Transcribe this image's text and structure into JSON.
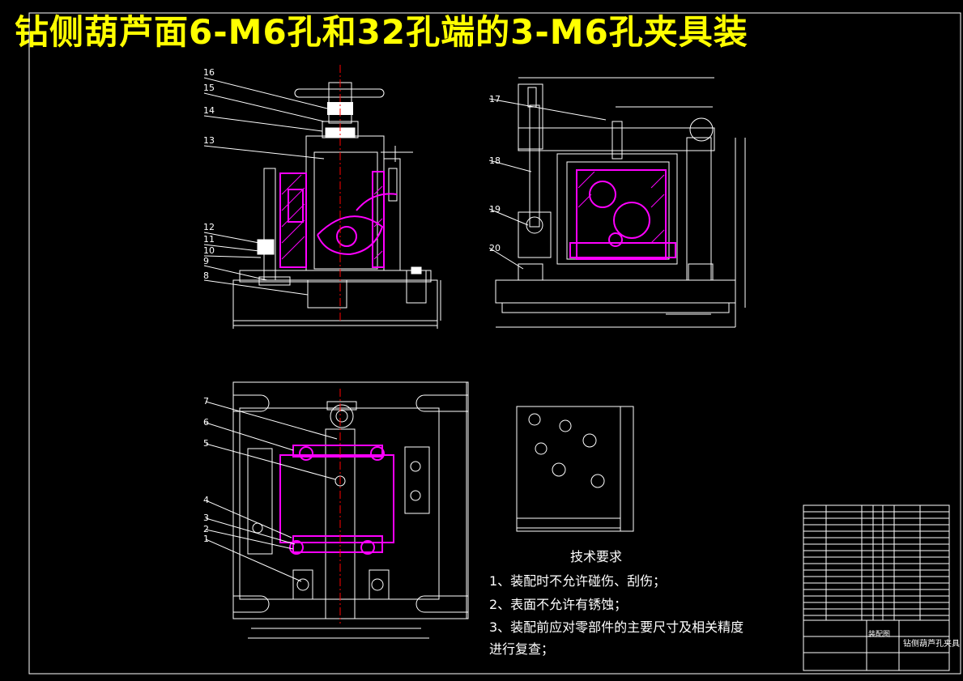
{
  "title": "钻侧葫芦面6-M6孔和32孔端的3-M6孔夹具装",
  "colors": {
    "background": "#000000",
    "outline": "#ffffff",
    "part_highlight": "#ff00ff",
    "centerline": "#ff0000",
    "title": "#ffff00"
  },
  "front_view": {
    "balloons": [
      "16",
      "15",
      "14",
      "13",
      "12",
      "11",
      "10",
      "9",
      "8"
    ]
  },
  "side_view": {
    "balloons": [
      "17",
      "18",
      "19",
      "20"
    ]
  },
  "top_view": {
    "balloons": [
      "7",
      "6",
      "5",
      "4",
      "3",
      "2",
      "1"
    ]
  },
  "technical_requirements": {
    "heading": "技术要求",
    "items": [
      "1、装配时不允许碰伤、刮伤；",
      "2、表面不允许有锈蚀；",
      "3、装配前应对零部件的主要尺寸及相关精度",
      "进行复查；"
    ]
  },
  "title_block": {
    "drawing_type": "装配图",
    "name": "钻侧葫芦孔夹具"
  }
}
